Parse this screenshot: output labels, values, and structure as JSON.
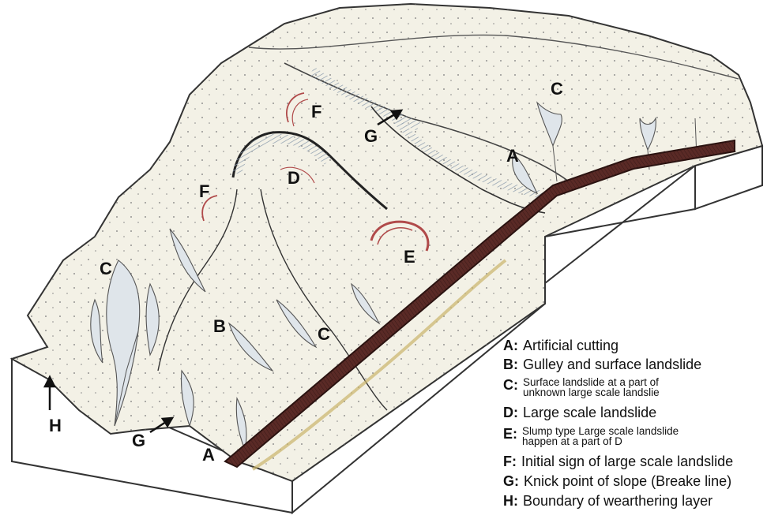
{
  "diagram": {
    "colors": {
      "terrain": "#f3f1e6",
      "outline": "#333333",
      "road": "#5a2a26",
      "road_edge": "#2a1210",
      "scarp_red": "#b04a4a",
      "shade": "#b9c4cf"
    },
    "labels": {
      "A": "A",
      "B": "B",
      "C": "C",
      "D": "D",
      "E": "E",
      "F": "F",
      "G": "G",
      "H": "H"
    }
  },
  "legend": [
    {
      "key": "A:",
      "text": "Artificial cutting"
    },
    {
      "key": "B:",
      "text": "Gulley and surface landslide"
    },
    {
      "key": "C:",
      "text": "Surface landslide at a part of\nunknown large scale landslie"
    },
    {
      "key": "D:",
      "text": "Large scale landslide"
    },
    {
      "key": "E:",
      "text": "Slump type Large scale landslide\nhappen at a part of D"
    },
    {
      "key": "F:",
      "text": "Initial sign of large scale landslide"
    },
    {
      "key": "G:",
      "text": "Knick point of slope (Breake line)"
    },
    {
      "key": "H:",
      "text": "Boundary of wearthering layer"
    }
  ]
}
